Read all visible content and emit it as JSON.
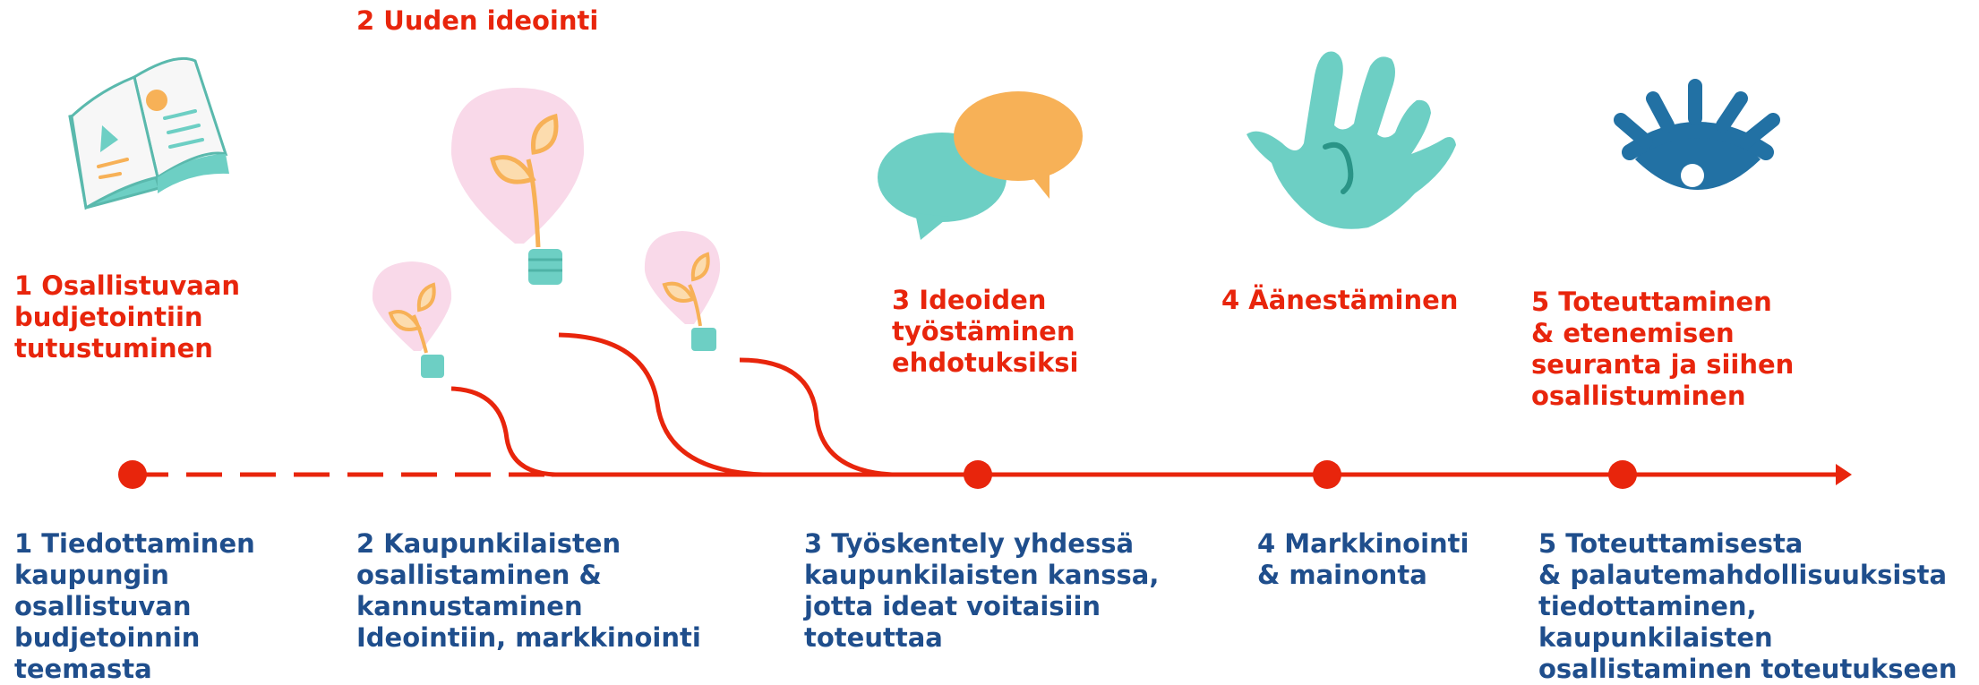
{
  "colors": {
    "accent_red": "#e8250c",
    "text_blue": "#1f4e8c",
    "teal": "#6dcfc4",
    "orange": "#f7b157",
    "pink": "#f9d9e9",
    "dark_blue": "#2271a4"
  },
  "icons": [
    "book-icon",
    "lightbulb-icon",
    "speech-bubbles-icon",
    "hand-icon",
    "eye-icon"
  ],
  "top_labels": {
    "idea_header": "2 Uuden ideointi",
    "stage1": "1 Osallistuvaan\nbudjetointiin\ntutustuminen",
    "stage3": "3 Ideoiden\ntyöstäminen\nehdotuksiksi",
    "stage4": "4 Äänestäminen",
    "stage5": "5 Toteuttaminen\n& etenemisen\nseuranta ja siihen\nosallistuminen"
  },
  "bottom_labels": {
    "stage1": "1 Tiedottaminen\nkaupungin\nosallistuvan\nbudjetoinnin\nteemasta",
    "stage2": "2 Kaupunkilaisten\nosallistaminen &\nkannustaminen\nIdeointiin, markkinointi",
    "stage3": "3 Työskentely yhdessä\nkaupunkilaisten kanssa,\njotta ideat voitaisiin\ntoteuttaa",
    "stage4": "4 Markkinointi\n& mainonta",
    "stage5": "5 Toteuttamisesta\n& palautemahdollisuuksista\ntiedottaminen,\nkaupunkilaisten\nosallistaminen toteutukseen"
  }
}
